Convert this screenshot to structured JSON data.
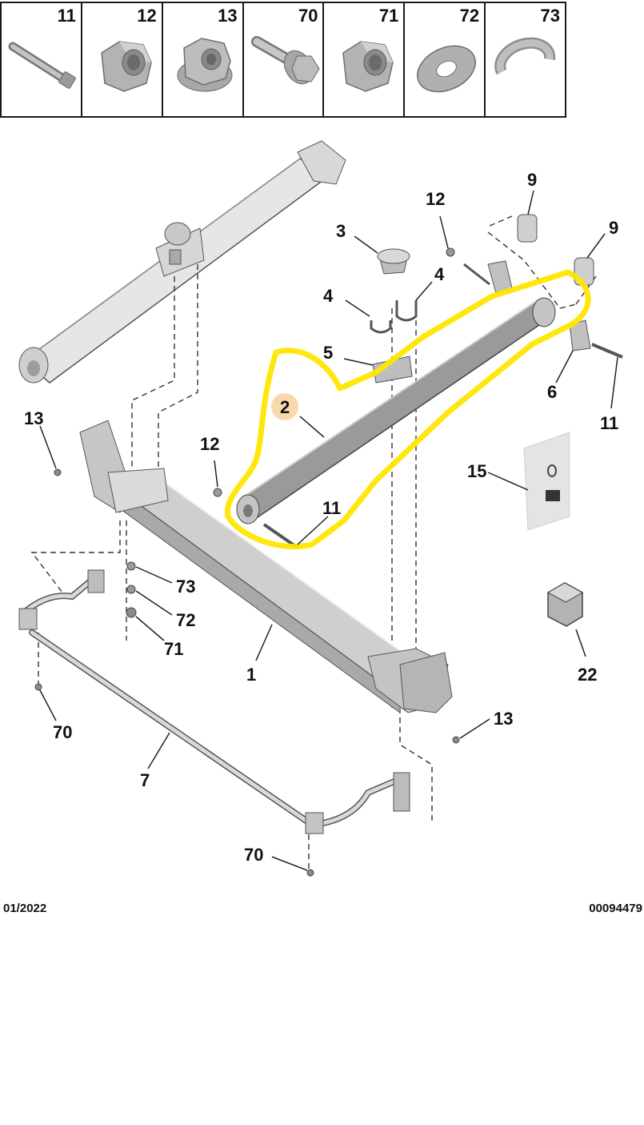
{
  "legend": [
    {
      "num": "11",
      "icon": "long-bolt-icon"
    },
    {
      "num": "12",
      "icon": "nut-icon"
    },
    {
      "num": "13",
      "icon": "flange-nut-icon"
    },
    {
      "num": "70",
      "icon": "flange-bolt-icon"
    },
    {
      "num": "71",
      "icon": "nut-icon"
    },
    {
      "num": "72",
      "icon": "flat-washer-icon"
    },
    {
      "num": "73",
      "icon": "spring-washer-icon"
    }
  ],
  "callouts": {
    "c1": "1",
    "c2": "2",
    "c3": "3",
    "c4a": "4",
    "c4b": "4",
    "c5": "5",
    "c6": "6",
    "c7": "7",
    "c9a": "9",
    "c9b": "9",
    "c11a": "11",
    "c11b": "11",
    "c12a": "12",
    "c12b": "12",
    "c13a": "13",
    "c13b": "13",
    "c15": "15",
    "c22": "22",
    "c70a": "70",
    "c70b": "70",
    "c71": "71",
    "c72": "72",
    "c73": "73"
  },
  "footer": {
    "date": "01/2022",
    "ref": "00094479"
  },
  "colors": {
    "highlight": "#ffe600",
    "part": "#c9c9c9",
    "part_dark": "#8e8e8e",
    "outline": "#444444",
    "marker": "#f4b86a"
  }
}
